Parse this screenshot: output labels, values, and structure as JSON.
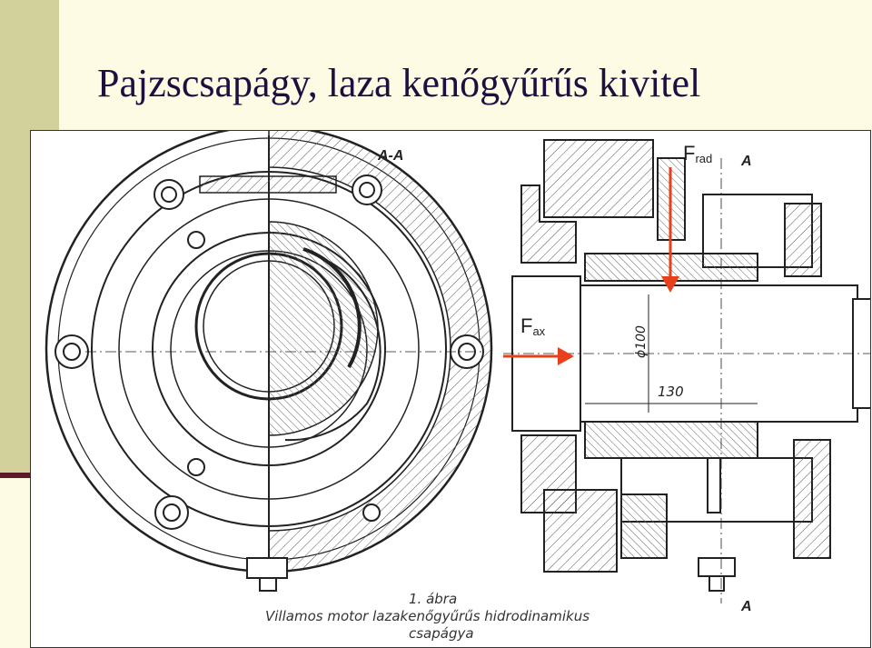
{
  "slide": {
    "title": "Pajzscsapágy, laza kenőgyűrűs kivitel"
  },
  "labels": {
    "f_rad_main": "F",
    "f_rad_sub": "rad",
    "f_ax_main": "F",
    "f_ax_sub": "ax",
    "section_aa": "A-A",
    "section_a_top": "A",
    "section_a_bottom": "A",
    "dim_diameter": "ϕ100",
    "dim_length": "130"
  },
  "caption": {
    "line1": "1. ábra",
    "line2": "Villamos motor lazakenőgyűrűs hidrodinamikus",
    "line3": "csapágya"
  },
  "colors": {
    "background": "#fdfbe3",
    "sidebar": "#d3d19b",
    "accent_rule": "#5a1a2a",
    "title_text": "#1b1040",
    "force_arrow": "#e8401c",
    "drawing_line": "#222222"
  }
}
